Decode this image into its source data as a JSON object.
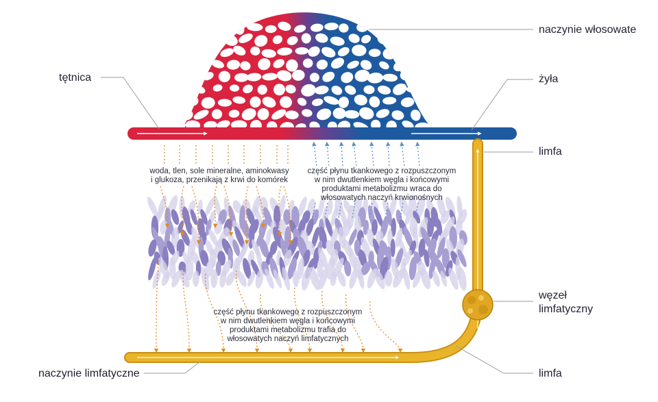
{
  "labels": {
    "artery": "tętnica",
    "capillary": "naczynie włosowate",
    "vein": "żyła",
    "lymph_top": "limfa",
    "lymph_node_line1": "węzeł",
    "lymph_node_line2": "limfatyczny",
    "lymph_bottom": "limfa",
    "lymph_vessel": "naczynie limfatyczne"
  },
  "notes": {
    "from_blood": [
      "woda, tlen, sole mineralne, aminokwasy",
      "i glukoza, przenikają z krwi do komórek"
    ],
    "to_capillary": [
      "część płynu tkankowego z rozpuszczonym",
      "w nim dwutlenkiem węgla i końcowymi",
      "produktami metabolizmu wraca do",
      "włosowatych naczyń krwionośnych"
    ],
    "to_lymph": [
      "część płynu tkankowego z rozpuszczonym",
      "w nim dwutlenkiem węgla i końcowymi",
      "produktami metabolizmu trafia do",
      "włosowatych naczyń limfatycznych"
    ]
  },
  "colors": {
    "artery": "#d9233f",
    "vein": "#1e5aa0",
    "lymph": "#e9b42a",
    "lymph_dark": "#c98f12",
    "cells": "#8a7fc0",
    "cells_light": "#d6d2ea",
    "orange_arrow": "#e08a1e",
    "blue_arrow": "#5b8ed0",
    "leader": "#9a9aa6"
  }
}
